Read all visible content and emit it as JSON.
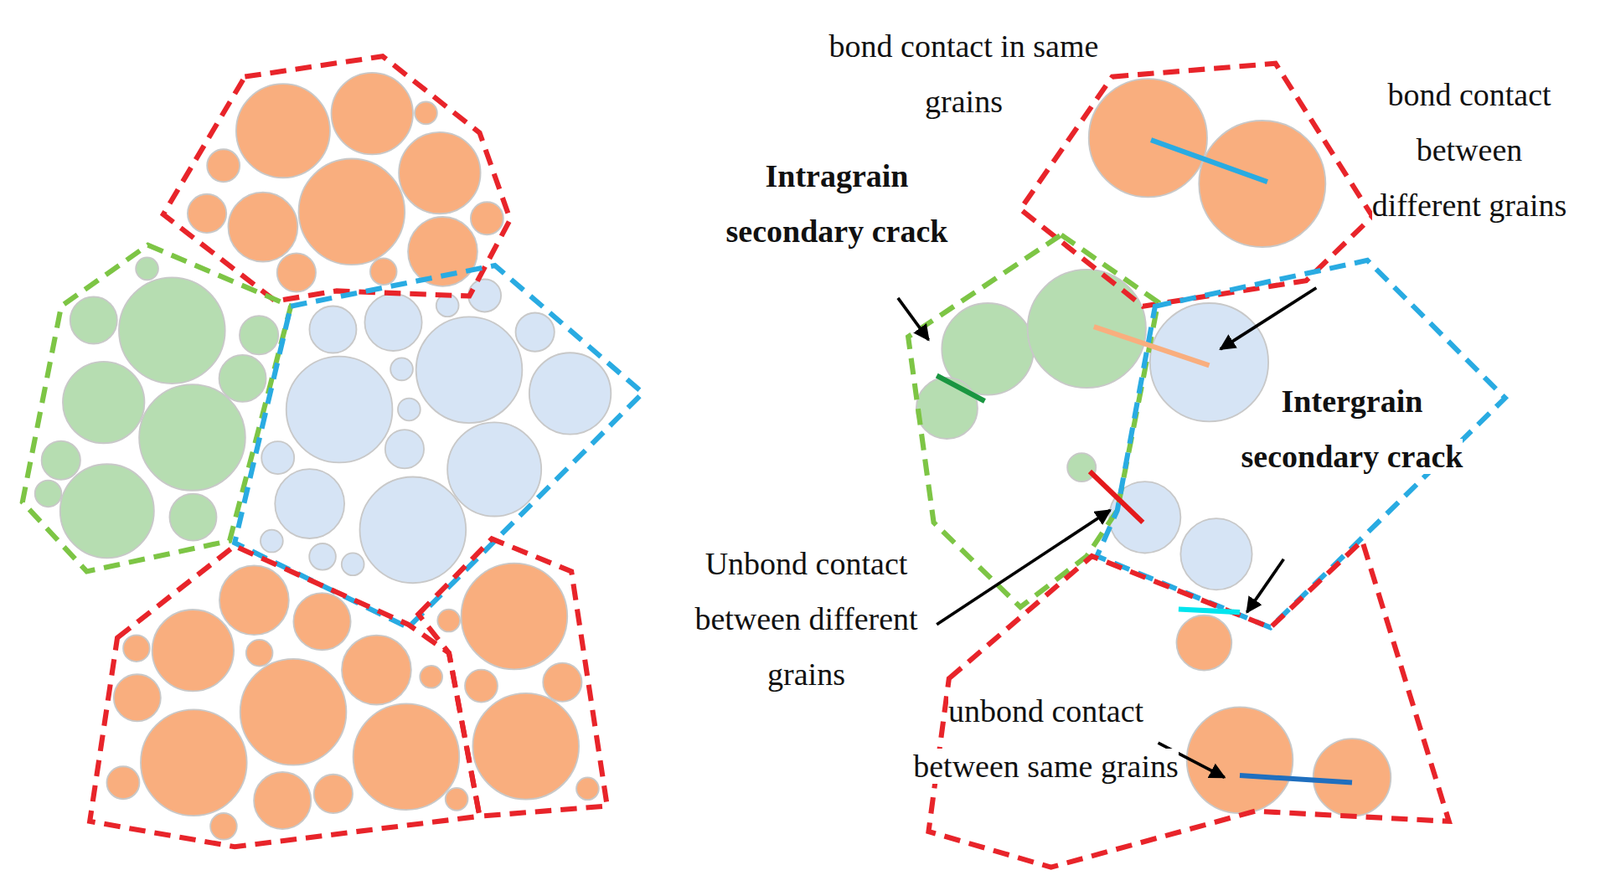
{
  "diagram": {
    "labels": [
      "bond contact in same grains",
      "Intragrain secondary crack",
      "bond contact between different grains",
      "Intergrain secondary crack",
      "Unbond contact between different grains",
      "unbond contact between same grains"
    ]
  }
}
